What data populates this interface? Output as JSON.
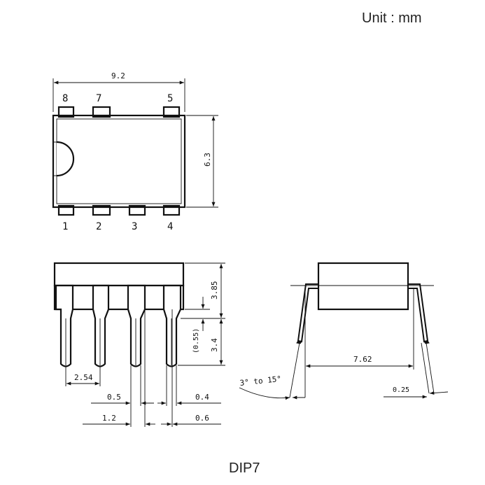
{
  "unit_label": "Unit : mm",
  "caption": "DIP7",
  "pins_top": [
    "8",
    "7",
    "5"
  ],
  "pins_bottom": [
    "1",
    "2",
    "3",
    "4"
  ],
  "dimensions": {
    "body_length": "9.2",
    "body_width": "6.3",
    "body_height": "3.85",
    "lead_offset": "(0.55)",
    "lead_length": "3.4",
    "pitch": "2.54",
    "lead_narrow": "0.5",
    "lead_wide": "1.2",
    "lead_thickness_a": "0.4",
    "lead_thickness_b": "0.6",
    "row_spacing": "7.62",
    "lead_flat": "0.25",
    "lead_angle": "3° to 15°"
  }
}
